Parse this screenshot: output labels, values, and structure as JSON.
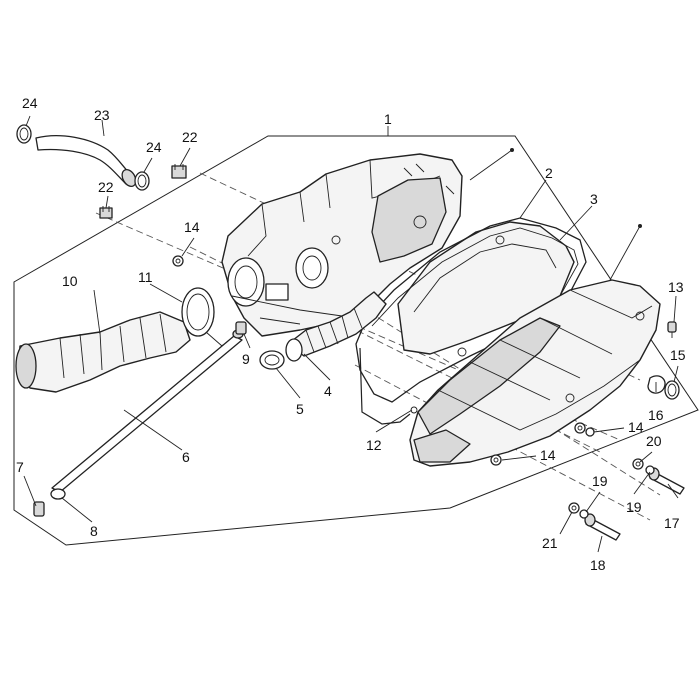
{
  "callouts": {
    "c1": "1",
    "c2": "2",
    "c3": "3",
    "c4": "4",
    "c5": "5",
    "c6": "6",
    "c7": "7",
    "c8": "8",
    "c9": "9",
    "c10": "10",
    "c11": "11",
    "c12": "12",
    "c13": "13",
    "c14a": "14",
    "c14b": "14",
    "c14c": "14",
    "c15": "15",
    "c16": "16",
    "c17": "17",
    "c18": "18",
    "c19a": "19",
    "c19b": "19",
    "c20": "20",
    "c21": "21",
    "c22a": "22",
    "c22b": "22",
    "c23": "23",
    "c24a": "24",
    "c24b": "24"
  }
}
